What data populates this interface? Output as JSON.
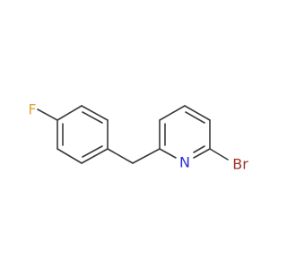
{
  "molecule": {
    "atoms": {
      "fluorine": {
        "label": "F",
        "color": "#e0a63a"
      },
      "nitrogen": {
        "label": "N",
        "color": "#2c2cd8"
      },
      "bromine": {
        "label": "Br",
        "color": "#a0302a"
      }
    },
    "bond_color": "#3a3a3a"
  }
}
